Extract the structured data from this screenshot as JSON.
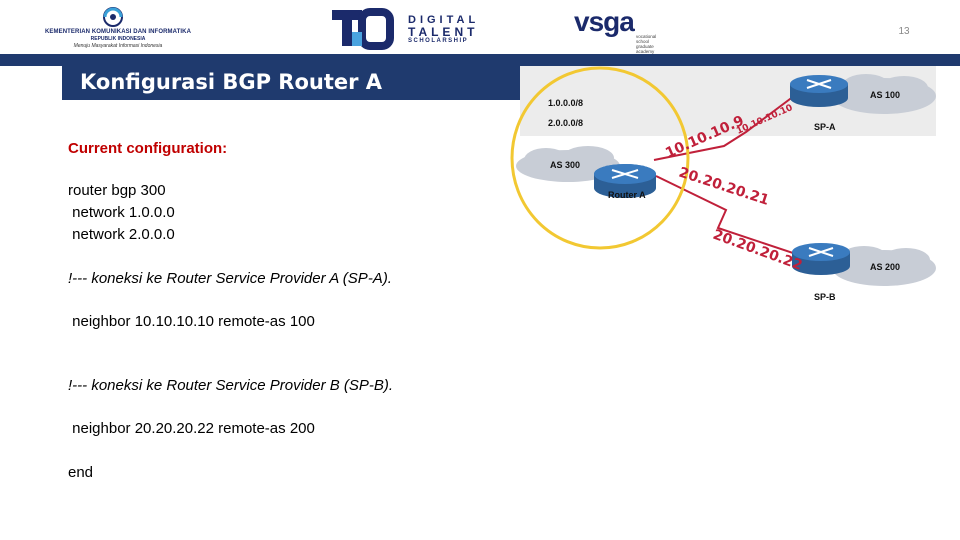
{
  "header": {
    "kominfo": {
      "line1": "KEMENTERIAN KOMUNIKASI DAN INFORMATIKA",
      "line2": "REPUBLIK INDONESIA",
      "line3": "Menuju Masyarakat Informasi Indonesia"
    },
    "dts": {
      "t1": "DIGITAL",
      "t2": "TALENT",
      "t3": "SCHOLARSHIP"
    },
    "vsga": {
      "word": "vsga",
      "sub1": "vocational",
      "sub2": "school",
      "sub3": "graduate",
      "sub4": "academy"
    },
    "page_number": "13"
  },
  "slide": {
    "title": "Konfigurasi BGP Router A",
    "config_heading": "Current configuration:",
    "lines": [
      "router bgp 300",
      " network 1.0.0.0",
      " network 2.0.0.0",
      "!--- koneksi ke Router Service Provider A (SP-A).",
      " neighbor 10.10.10.10 remote-as 100",
      "!--- koneksi ke Router Service Provider B (SP-B).",
      " neighbor 20.20.20.22 remote-as 200",
      "end"
    ]
  },
  "diagram": {
    "networks": [
      "1.0.0.0/8",
      "2.0.0.0/8"
    ],
    "clouds": {
      "as300": "AS 300",
      "as100": "AS 100",
      "as200": "AS 200"
    },
    "routers": {
      "router_a": "Router A",
      "sp_a": "SP-A",
      "sp_b": "SP-B"
    },
    "links": {
      "a_ip_to_spa": "10.10.10.9",
      "spa_ip": "10.10.10.10",
      "a_ip_to_spb": "20.20.20.21",
      "spb_ip": "20.20.20.22"
    },
    "colors": {
      "highlight_circle": "#f2c832",
      "cloud": "#c8cdd6",
      "router": "#3a7bbf",
      "link": "#c0203a"
    }
  }
}
